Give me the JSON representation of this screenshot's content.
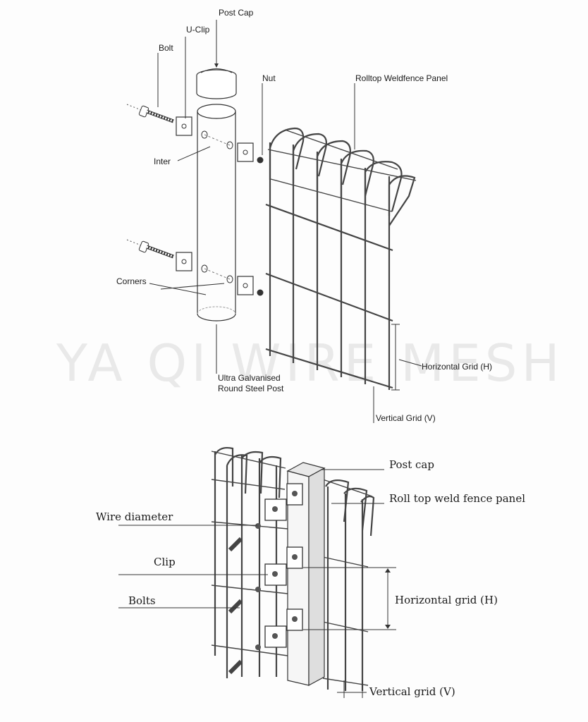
{
  "watermark": "YA QI WIRE MESH",
  "top_diagram": {
    "labels": {
      "post_cap": "Post Cap",
      "u_clip": "U-Clip",
      "bolt": "Bolt",
      "nut": "Nut",
      "panel": "Rolltop Weldfence Panel",
      "inter": "Inter",
      "corners": "Corners",
      "post_line1": "Ultra Galvanised",
      "post_line2": "Round Steel Post",
      "horizontal": "Horizontal Grid (H)",
      "vertical": "Vertical Grid (V)"
    }
  },
  "bottom_diagram": {
    "labels": {
      "post_cap": "Post cap",
      "panel": "Roll top weld fence panel",
      "wire_diameter": "Wire diameter",
      "clip": "Clip",
      "bolts": "Bolts",
      "horizontal": "Horizontal grid (H)",
      "vertical": "Vertical grid (V)"
    }
  }
}
